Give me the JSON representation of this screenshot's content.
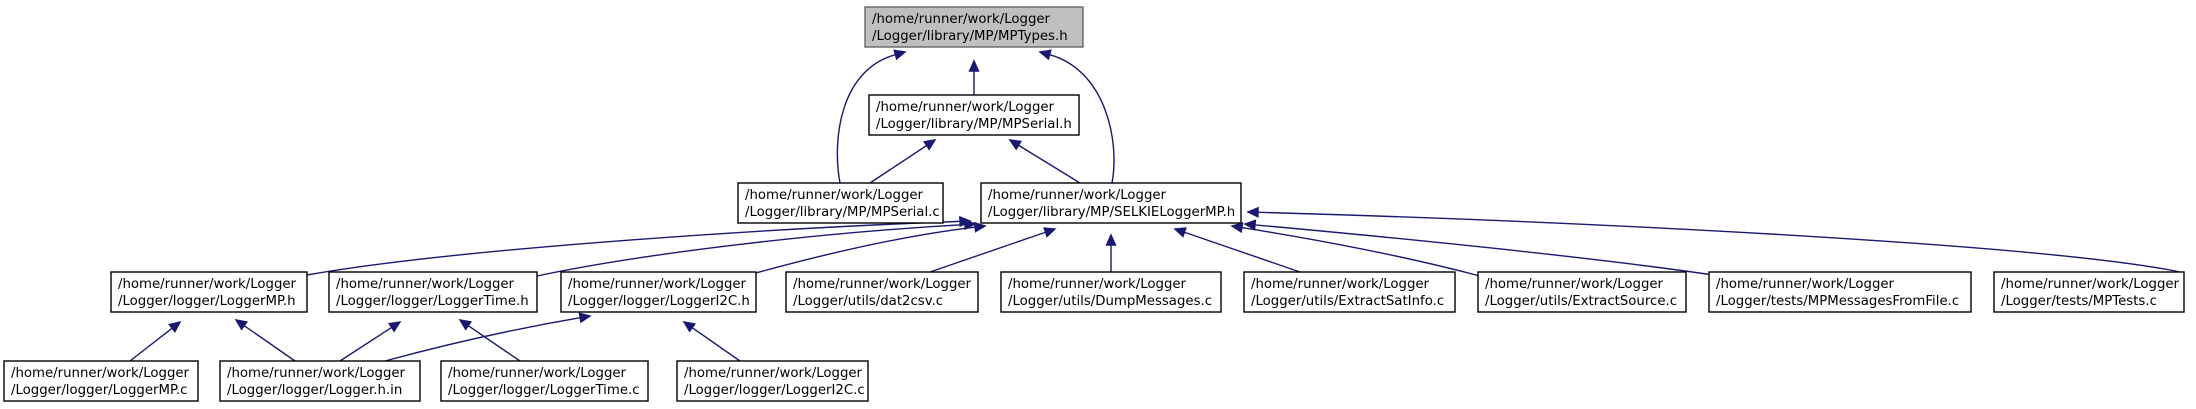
{
  "nodes": [
    {
      "id": "mptypes_h",
      "line1": "/home/runner/work/Logger",
      "line2": "/Logger/library/MP/MPTypes.h",
      "root": true
    },
    {
      "id": "mpserial_h",
      "line1": "/home/runner/work/Logger",
      "line2": "/Logger/library/MP/MPSerial.h"
    },
    {
      "id": "mpserial_c",
      "line1": "/home/runner/work/Logger",
      "line2": "/Logger/library/MP/MPSerial.c"
    },
    {
      "id": "selkieloggermp_h",
      "line1": "/home/runner/work/Logger",
      "line2": "/Logger/library/MP/SELKIELoggerMP.h"
    },
    {
      "id": "loggermp_h",
      "line1": "/home/runner/work/Logger",
      "line2": "/Logger/logger/LoggerMP.h"
    },
    {
      "id": "loggertime_h",
      "line1": "/home/runner/work/Logger",
      "line2": "/Logger/logger/LoggerTime.h"
    },
    {
      "id": "loggeri2c_h",
      "line1": "/home/runner/work/Logger",
      "line2": "/Logger/logger/LoggerI2C.h"
    },
    {
      "id": "dat2csv_c",
      "line1": "/home/runner/work/Logger",
      "line2": "/Logger/utils/dat2csv.c"
    },
    {
      "id": "dumpmessages_c",
      "line1": "/home/runner/work/Logger",
      "line2": "/Logger/utils/DumpMessages.c"
    },
    {
      "id": "extractsatinfo_c",
      "line1": "/home/runner/work/Logger",
      "line2": "/Logger/utils/ExtractSatInfo.c"
    },
    {
      "id": "extractsource_c",
      "line1": "/home/runner/work/Logger",
      "line2": "/Logger/utils/ExtractSource.c"
    },
    {
      "id": "mpmessagesfromfile_c",
      "line1": "/home/runner/work/Logger",
      "line2": "/Logger/tests/MPMessagesFromFile.c"
    },
    {
      "id": "mptests_c",
      "line1": "/home/runner/work/Logger",
      "line2": "/Logger/tests/MPTests.c"
    },
    {
      "id": "loggermp_c",
      "line1": "/home/runner/work/Logger",
      "line2": "/Logger/logger/LoggerMP.c"
    },
    {
      "id": "logger_h_in",
      "line1": "/home/runner/work/Logger",
      "line2": "/Logger/logger/Logger.h.in"
    },
    {
      "id": "loggertime_c",
      "line1": "/home/runner/work/Logger",
      "line2": "/Logger/logger/LoggerTime.c"
    },
    {
      "id": "loggeri2c_c",
      "line1": "/home/runner/work/Logger",
      "line2": "/Logger/logger/LoggerI2C.c"
    }
  ],
  "edges": [
    {
      "from": "mpserial_h",
      "to": "mptypes_h"
    },
    {
      "from": "mpserial_c",
      "to": "mptypes_h"
    },
    {
      "from": "selkieloggermp_h",
      "to": "mptypes_h"
    },
    {
      "from": "mpserial_c",
      "to": "mpserial_h"
    },
    {
      "from": "selkieloggermp_h",
      "to": "mpserial_h"
    },
    {
      "from": "loggermp_h",
      "to": "selkieloggermp_h"
    },
    {
      "from": "loggertime_h",
      "to": "selkieloggermp_h"
    },
    {
      "from": "loggeri2c_h",
      "to": "selkieloggermp_h"
    },
    {
      "from": "dat2csv_c",
      "to": "selkieloggermp_h"
    },
    {
      "from": "dumpmessages_c",
      "to": "selkieloggermp_h"
    },
    {
      "from": "extractsatinfo_c",
      "to": "selkieloggermp_h"
    },
    {
      "from": "extractsource_c",
      "to": "selkieloggermp_h"
    },
    {
      "from": "mpmessagesfromfile_c",
      "to": "selkieloggermp_h"
    },
    {
      "from": "mptests_c",
      "to": "selkieloggermp_h"
    },
    {
      "from": "loggermp_c",
      "to": "loggermp_h"
    },
    {
      "from": "logger_h_in",
      "to": "loggermp_h"
    },
    {
      "from": "logger_h_in",
      "to": "loggertime_h"
    },
    {
      "from": "loggertime_c",
      "to": "loggertime_h"
    },
    {
      "from": "logger_h_in",
      "to": "loggeri2c_h"
    },
    {
      "from": "loggeri2c_c",
      "to": "loggeri2c_h"
    }
  ]
}
